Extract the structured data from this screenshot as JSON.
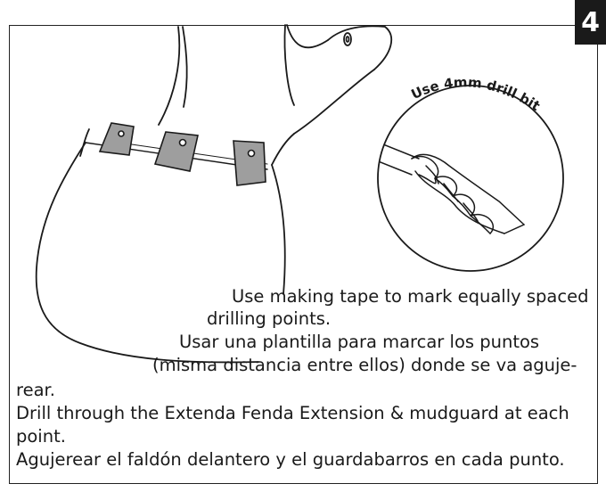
{
  "step_number": "4",
  "callout_label": "Use 4mm drill bit",
  "instructions": {
    "en_tape_line1": "Use making tape to mark equally spaced",
    "en_tape_line2": "drilling points.",
    "es_tape_line1": "Usar una plantilla para marcar los puntos",
    "es_tape_line2": "(misma distancia entre ellos) donde se va aguje-",
    "es_tape_line3": "rear.",
    "en_drill_line1": "Drill through the Extenda Fenda Extension & mudguard at each",
    "en_drill_line2": "point.",
    "es_drill_line1": "Agujerear el faldón delantero y el guardabarros en cada punto."
  },
  "icons": [
    "mudguard-illustration",
    "tape-tab-icon",
    "drill-bit-icon"
  ],
  "colors": {
    "ink": "#1a1a1a",
    "tape": "#9e9e9e",
    "badge_bg": "#1a1a1a",
    "badge_fg": "#ffffff"
  }
}
